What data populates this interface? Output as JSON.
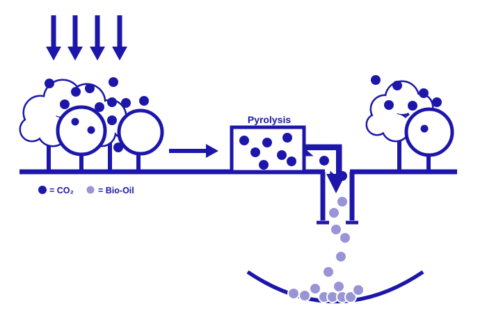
{
  "colors": {
    "ink": "#1c17aa",
    "bio_oil": "#9894d6",
    "background": "#ffffff"
  },
  "pyrolysis": {
    "label": "Pyrolysis"
  },
  "legend": {
    "co2_label": "= CO₂",
    "bio_oil_label": "= Bio-Oil"
  },
  "icons": {
    "sunlight": "down-arrow-icon",
    "biomass_flow": "right-arrow-icon",
    "injection": "down-arrow-icon",
    "co2_symbol": "filled-dark-dot",
    "bio_oil_symbol": "filled-light-dot"
  }
}
